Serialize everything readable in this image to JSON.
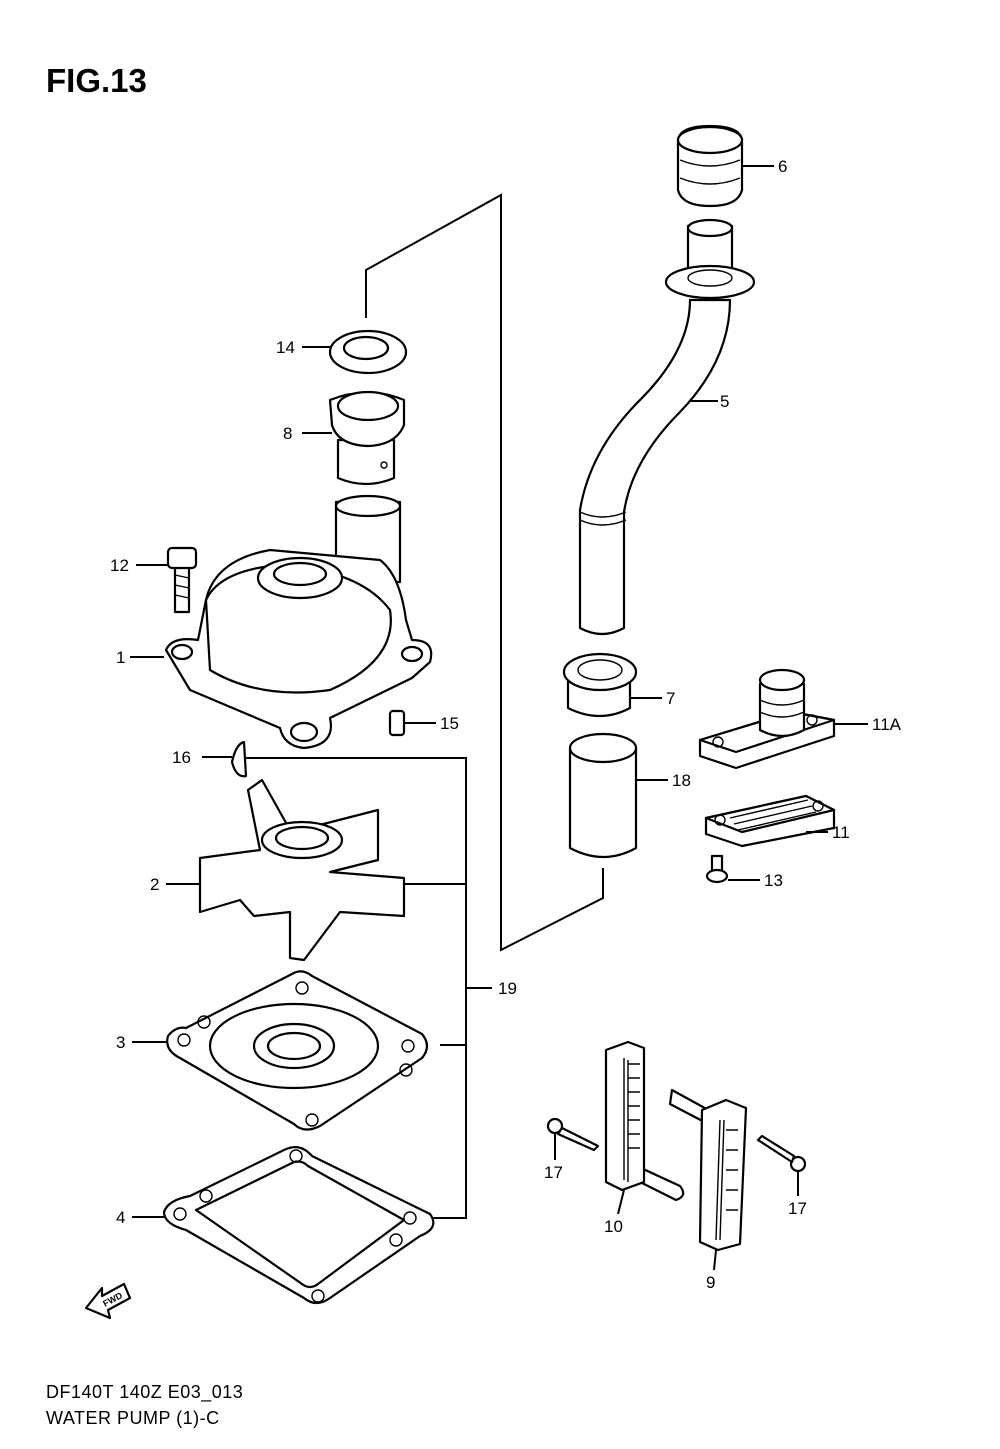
{
  "figure": {
    "title": "FIG.13",
    "code": "DF140T 140Z E03_013",
    "subtitle": "WATER PUMP (1)-C",
    "fwd_label": "FWD"
  },
  "callouts": [
    "1",
    "2",
    "3",
    "4",
    "5",
    "6",
    "7",
    "8",
    "9",
    "10",
    "11",
    "11A",
    "12",
    "13",
    "14",
    "15",
    "16",
    "17",
    "17",
    "18",
    "19"
  ]
}
